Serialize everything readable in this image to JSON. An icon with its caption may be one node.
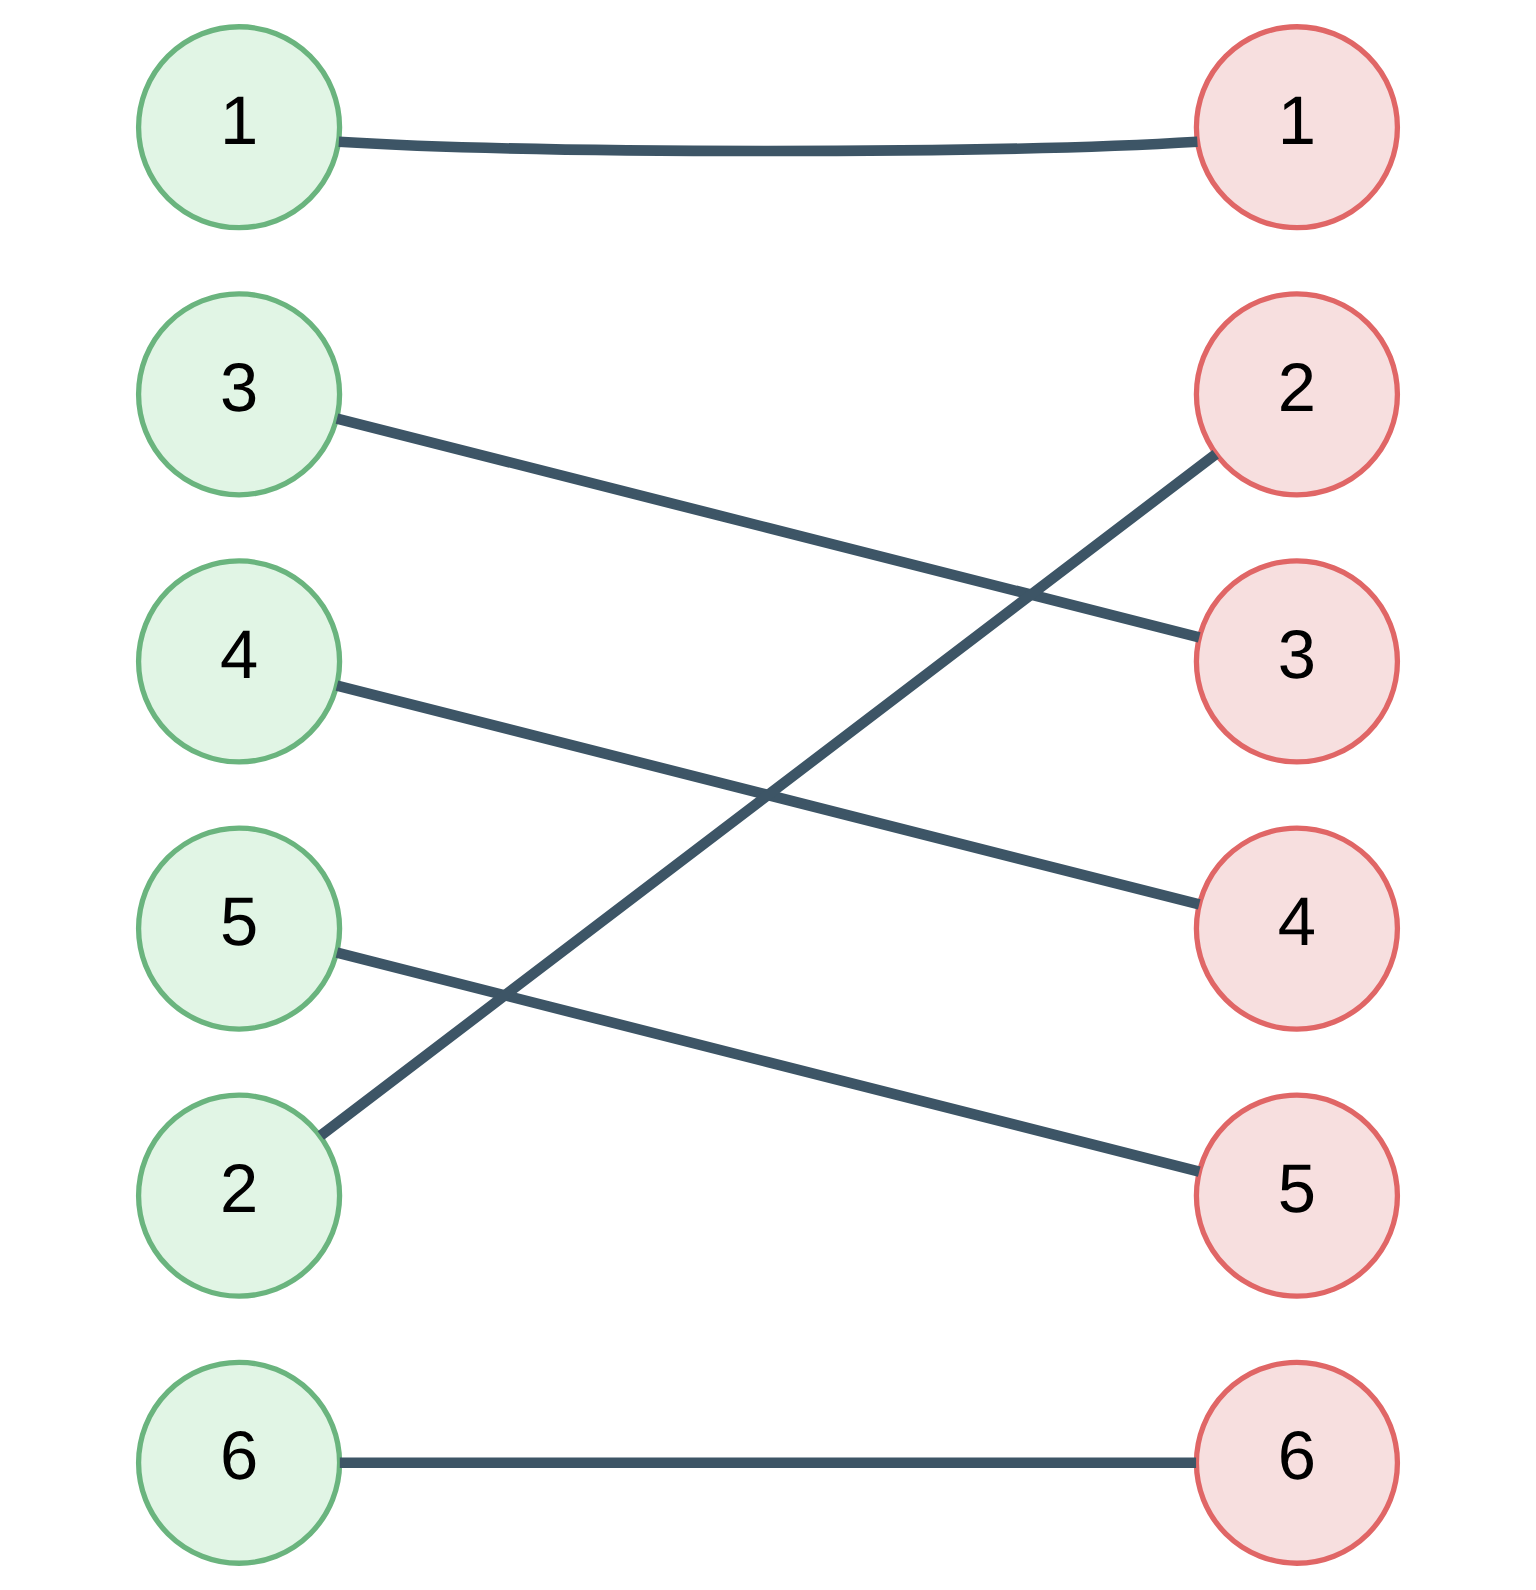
{
  "diagram": {
    "nodes": [
      {
        "text": [
          "1"
        ]
      },
      {
        "text": [
          "3"
        ]
      },
      {
        "text": [
          "4"
        ]
      },
      {
        "text": [
          "5"
        ]
      },
      {
        "text": [
          "2"
        ]
      },
      {
        "text": [
          "6"
        ]
      },
      {
        "text": [
          "1"
        ]
      },
      {
        "text": [
          "2"
        ]
      },
      {
        "text": [
          "3"
        ]
      },
      {
        "text": [
          "4"
        ]
      },
      {
        "text": [
          "5"
        ]
      },
      {
        "text": [
          "6"
        ]
      }
    ],
    "edges": [
      {
        "from": 0,
        "to": 6,
        "arrow": "none"
      },
      {
        "from": 1,
        "to": 8,
        "arrow": "none"
      },
      {
        "from": 2,
        "to": 9,
        "arrow": "none"
      },
      {
        "from": 3,
        "to": 10,
        "arrow": "none"
      },
      {
        "from": 4,
        "to": 7,
        "arrow": "none"
      },
      {
        "from": 5,
        "to": 11,
        "arrow": "none"
      }
    ]
  }
}
